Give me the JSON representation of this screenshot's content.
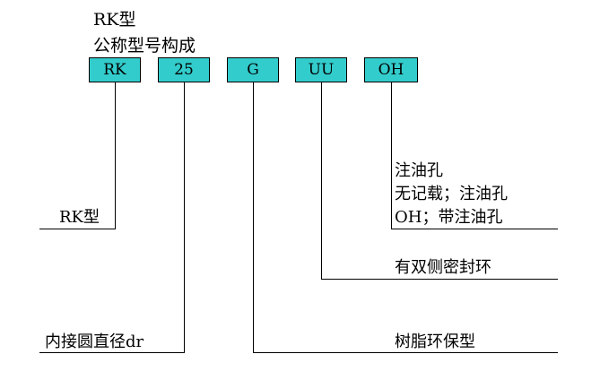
{
  "header": {
    "series": "RK型",
    "subtitle": "公称型号构成"
  },
  "code_boxes": [
    {
      "code": "RK"
    },
    {
      "code": "25"
    },
    {
      "code": "G"
    },
    {
      "code": "UU"
    },
    {
      "code": "OH"
    }
  ],
  "descriptions": {
    "series": "RK型",
    "inner_diameter": "内接圆直径dr",
    "resin_retainer": "树脂环保型",
    "seal": "有双侧密封环",
    "oil_hole_title": "注油孔",
    "oil_hole_none": "无记载；注油孔",
    "oil_hole_oh": "OH；带注油孔"
  },
  "colors": {
    "box_fill": "#33cccc"
  }
}
